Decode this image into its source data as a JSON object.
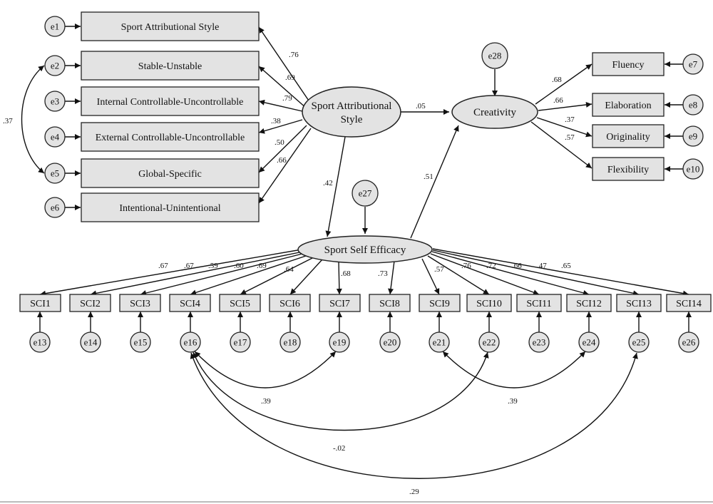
{
  "latent": {
    "sas": "Sport Attributional Style",
    "sas_line1": "Sport Attributional",
    "sas_line2": "Style",
    "creativity": "Creativity",
    "sse": "Sport Self Efficacy"
  },
  "sas_indicators": [
    {
      "label": "Sport Attributional Style",
      "error": "e1",
      "loading": ".76"
    },
    {
      "label": "Stable-Unstable",
      "error": "e2",
      "loading": ".69"
    },
    {
      "label": "Internal Controllable-Uncontrollable",
      "error": "e3",
      "loading": ".79"
    },
    {
      "label": "External Controllable-Uncontrollable",
      "error": "e4",
      "loading": ".38"
    },
    {
      "label": "Global-Specific",
      "error": "e5",
      "loading": ".50"
    },
    {
      "label": "Intentional-Unintentional",
      "error": "e6",
      "loading": ".66"
    }
  ],
  "creativity_indicators": [
    {
      "label": "Fluency",
      "error": "e7",
      "loading": ".68"
    },
    {
      "label": "Elaboration",
      "error": "e8",
      "loading": ".66"
    },
    {
      "label": "Originality",
      "error": "e9",
      "loading": ".37"
    },
    {
      "label": "Flexibility",
      "error": "e10",
      "loading": ".57"
    }
  ],
  "sse_indicators": [
    {
      "label": "SCI1",
      "error": "e13",
      "loading": ".67"
    },
    {
      "label": "SCI2",
      "error": "e14",
      "loading": ".67"
    },
    {
      "label": "SCI3",
      "error": "e15",
      "loading": ".59"
    },
    {
      "label": "SCI4",
      "error": "e16",
      "loading": ".60"
    },
    {
      "label": "SCI5",
      "error": "e17",
      "loading": ".69"
    },
    {
      "label": "SCI6",
      "error": "e18",
      "loading": ".64"
    },
    {
      "label": "SCI7",
      "error": "e19",
      "loading": ".68"
    },
    {
      "label": "SCI8",
      "error": "e20",
      "loading": ".73"
    },
    {
      "label": "SCI9",
      "error": "e21",
      "loading": ".57"
    },
    {
      "label": "SCI10",
      "error": "e22",
      "loading": ".76"
    },
    {
      "label": "SCI11",
      "error": "e23",
      "loading": ".72"
    },
    {
      "label": "SCI12",
      "error": "e24",
      "loading": ".66"
    },
    {
      "label": "SCI13",
      "error": "e25",
      "loading": ".47"
    },
    {
      "label": "SCI14",
      "error": "e26",
      "loading": ".65"
    }
  ],
  "disturbances": {
    "creativity": "e28",
    "sse": "e27"
  },
  "paths": {
    "sas_to_creativity": ".05",
    "sas_to_sse": ".42",
    "sse_to_creativity": ".51"
  },
  "covariances": {
    "e2_e5": ".37",
    "e16_e19": ".39",
    "e21_e24": ".39",
    "e16_e22": "-.02",
    "e16_e25": ".29"
  },
  "colors": {
    "fill": "#e3e3e3",
    "stroke": "#222222"
  }
}
